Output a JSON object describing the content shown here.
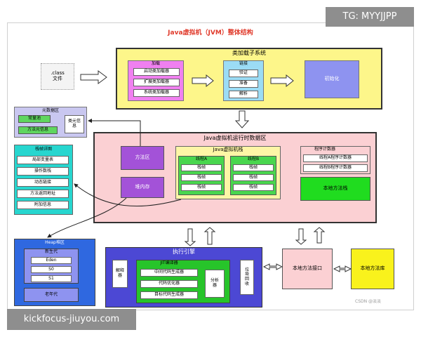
{
  "title": "Java虚拟机（JVM）整体结构",
  "watermarks": {
    "top_right": "TG: MYYJJPP",
    "bottom_left": "kickfocus-jiuyou.com",
    "csdn": "CSDN @淡淡"
  },
  "class_file": {
    "line1": ".class",
    "line2": "文件"
  },
  "classloader": {
    "title": "类加载子系统",
    "loading": {
      "title": "加载",
      "items": [
        "启动类加载器",
        "扩展类加载器",
        "系统类加载器"
      ]
    },
    "linking": {
      "title": "链接",
      "items": [
        "验证",
        "准备",
        "解析"
      ]
    },
    "init": "初始化"
  },
  "metaspace": {
    "title": "元数据区",
    "constant_pool": "常量池",
    "method_meta": "方法元信息",
    "class_meta": "类元信息"
  },
  "stack_frame": {
    "title": "栈帧详图",
    "items": [
      "局部变量表",
      "操作数栈",
      "动态链接",
      "方法返回地址",
      "附加信息"
    ]
  },
  "runtime": {
    "title": "Java虚拟机运行时数据区",
    "method_area": "方法区",
    "heap_area": "堆内存",
    "vm_stack": {
      "title": "Java虚拟机栈",
      "threads": [
        {
          "name": "线程A",
          "frames": [
            "栈帧",
            "栈帧",
            "栈帧"
          ]
        },
        {
          "name": "线程B",
          "frames": [
            "栈帧",
            "栈帧",
            "栈帧"
          ]
        }
      ]
    },
    "pc": {
      "title": "程序计数器",
      "items": [
        "线程A程序计数器",
        "线程B程序计数器"
      ]
    },
    "native_stack": "本地方法栈"
  },
  "heap": {
    "title": "Heap堆区",
    "young_title": "新生代",
    "young": [
      "Eden",
      "S0",
      "S1"
    ],
    "old": "老年代"
  },
  "engine": {
    "title": "执行引擎",
    "interpreter": "解释器",
    "jit": {
      "title": "JIT编译器",
      "items": [
        "中间代码生成器",
        "代码优化器",
        "目标代码生成器"
      ],
      "analyzer": "分析器"
    },
    "gc": "垃圾回收"
  },
  "native_interface": "本地方法接口",
  "native_lib": "本地方法库"
}
